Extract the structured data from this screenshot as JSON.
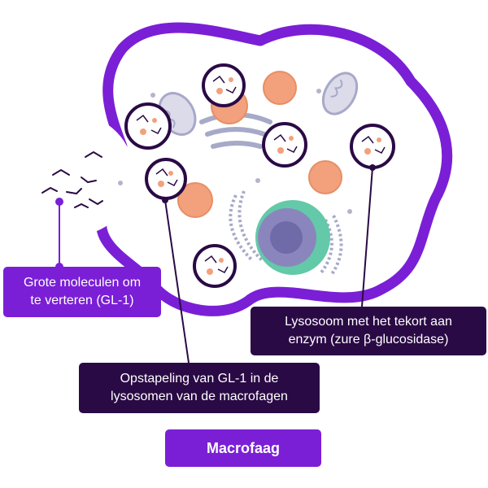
{
  "labels": {
    "molecules": {
      "line1": "Grote moleculen om",
      "line2": "te verteren (GL-1)"
    },
    "lysosome": {
      "line1": "Lysosoom met het tekort aan",
      "line2": "enzym (zure β-glucosidase)"
    },
    "accumulation": {
      "line1": "Opstapeling van GL-1 in de",
      "line2": "lysosomen van de macrofagen"
    },
    "title": "Macrofaag"
  },
  "colors": {
    "membrane": "#7a1fd6",
    "cell_fill": "#ffffff",
    "dark_label": "#2a0a45",
    "purple_label": "#7a1fd6",
    "lysosome_orange": "#f2a17c",
    "organelle_grey": "#a7a9c9",
    "nucleus_green": "#63c9a8",
    "nucleus_violet": "#8a86bd"
  },
  "icons": [
    "lysosome-icon",
    "mitochondrion-icon",
    "golgi-icon",
    "nucleus-icon",
    "molecule-icon"
  ]
}
